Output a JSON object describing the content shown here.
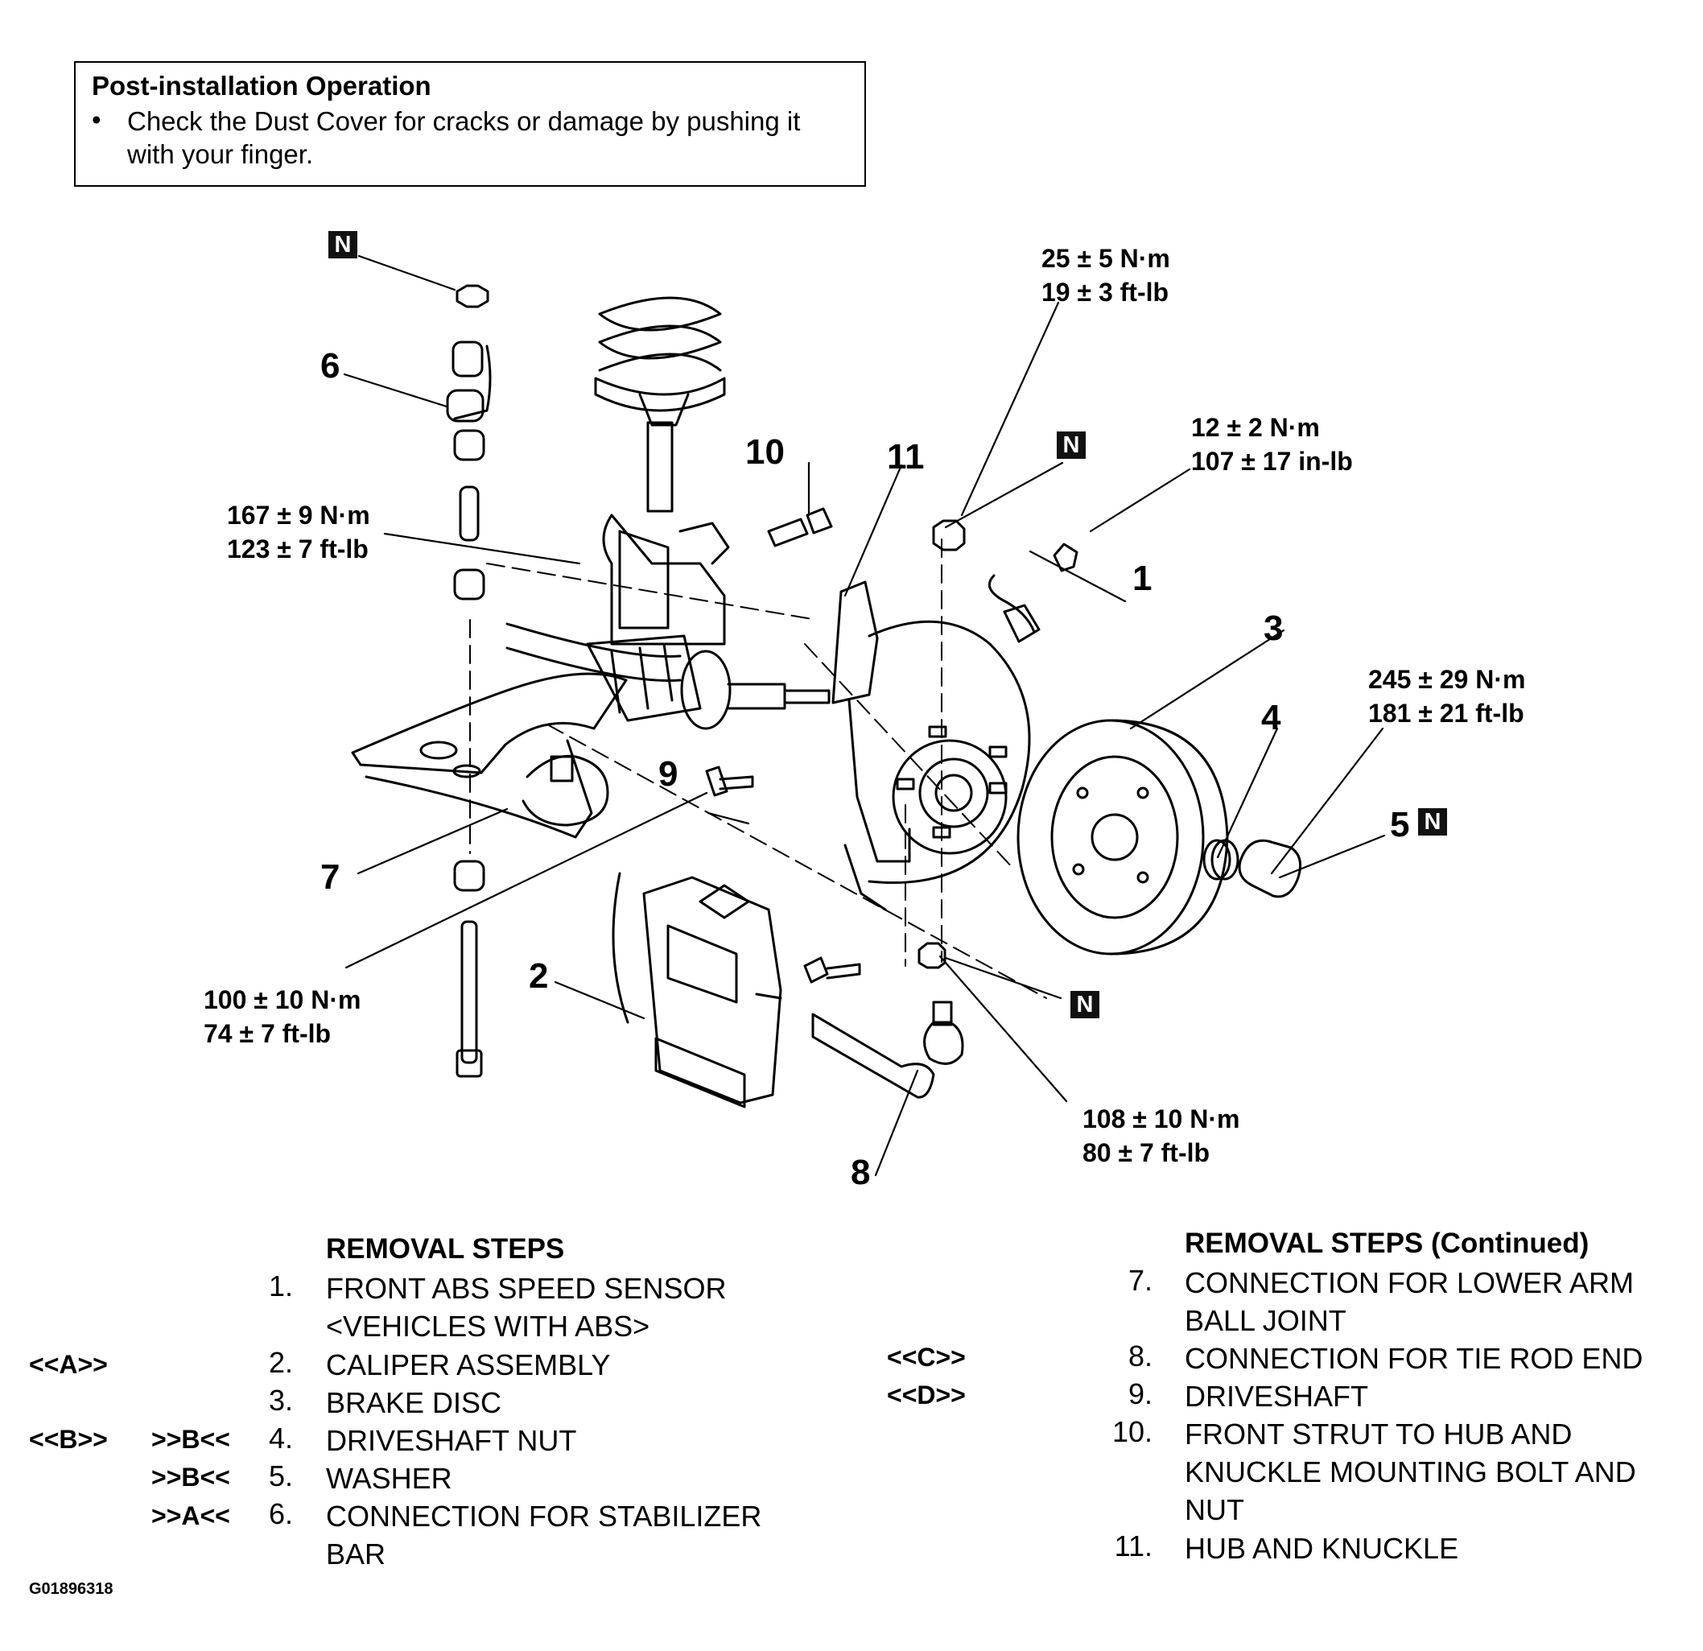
{
  "note": {
    "title": "Post-installation Operation",
    "bullet": "•",
    "text": "Check the Dust Cover for cracks or damage by pushing it with your finger."
  },
  "n_marker": "N",
  "callouts": {
    "c1": "1",
    "c2": "2",
    "c3": "3",
    "c4": "4",
    "c5": "5",
    "c6": "6",
    "c7": "7",
    "c8": "8",
    "c9": "9",
    "c10": "10",
    "c11": "11"
  },
  "torques": {
    "t1": {
      "nm": "25 ± 5 N·m",
      "ft": "19 ± 3 ft-lb"
    },
    "t2": {
      "nm": "12 ± 2 N·m",
      "ft": "107 ± 17 in-lb"
    },
    "t3": {
      "nm": "167 ± 9 N·m",
      "ft": "123 ± 7 ft-lb"
    },
    "t4": {
      "nm": "245 ± 29 N·m",
      "ft": "181 ± 21 ft-lb"
    },
    "t5": {
      "nm": "100 ± 10 N·m",
      "ft": "74 ± 7 ft-lb"
    },
    "t6": {
      "nm": "108 ± 10 N·m",
      "ft": "80 ± 7 ft-lb"
    }
  },
  "removal_steps": {
    "title": "REMOVAL STEPS",
    "items": [
      {
        "num": "1.",
        "lines": [
          "FRONT ABS SPEED SENSOR",
          "<VEHICLES WITH ABS>"
        ],
        "ref_removal": "",
        "ref_install": ""
      },
      {
        "num": "2.",
        "lines": [
          "CALIPER ASSEMBLY"
        ],
        "ref_removal": "<<A>>",
        "ref_install": ""
      },
      {
        "num": "3.",
        "lines": [
          "BRAKE DISC"
        ],
        "ref_removal": "",
        "ref_install": ""
      },
      {
        "num": "4.",
        "lines": [
          "DRIVESHAFT NUT"
        ],
        "ref_removal": "<<B>>",
        "ref_install": ">>B<<"
      },
      {
        "num": "5.",
        "lines": [
          "WASHER"
        ],
        "ref_removal": "",
        "ref_install": ">>B<<"
      },
      {
        "num": "6.",
        "lines": [
          "CONNECTION FOR STABILIZER",
          "BAR"
        ],
        "ref_removal": "",
        "ref_install": ">>A<<"
      }
    ]
  },
  "removal_steps_cont": {
    "title": "REMOVAL STEPS  (Continued)",
    "items": [
      {
        "num": "7.",
        "lines": [
          "CONNECTION FOR LOWER ARM",
          "BALL JOINT"
        ],
        "ref": ""
      },
      {
        "num": "8.",
        "lines": [
          "CONNECTION FOR TIE ROD END"
        ],
        "ref": "<<C>>"
      },
      {
        "num": "9.",
        "lines": [
          "DRIVESHAFT"
        ],
        "ref": "<<D>>"
      },
      {
        "num": "10.",
        "lines": [
          "FRONT STRUT TO HUB AND",
          "KNUCKLE MOUNTING BOLT AND",
          "NUT"
        ],
        "ref": ""
      },
      {
        "num": "11.",
        "lines": [
          "HUB AND KNUCKLE"
        ],
        "ref": ""
      }
    ]
  },
  "figure_id": "G01896318"
}
